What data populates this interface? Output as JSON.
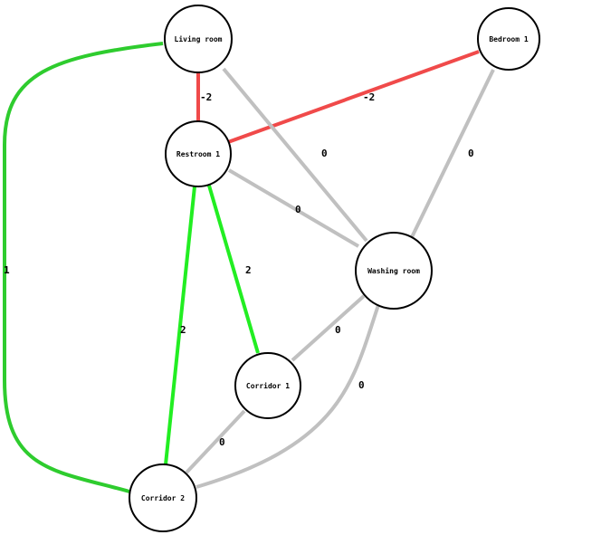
{
  "nodes": {
    "living_room": "Living room",
    "bedroom_1": "Bedroom 1",
    "restroom_1": "Restroom 1",
    "washing_room": "Washing room",
    "corridor_1": "Corridor 1",
    "corridor_2": "Corridor 2"
  },
  "edges": [
    {
      "from": "Living room",
      "to": "Restroom 1",
      "label": "-2",
      "color": "#f04a4a"
    },
    {
      "from": "Bedroom 1",
      "to": "Restroom 1",
      "label": "-2",
      "color": "#f04a4a"
    },
    {
      "from": "Living room",
      "to": "Washing room",
      "label": "0",
      "color": "#c0c0c0"
    },
    {
      "from": "Bedroom 1",
      "to": "Washing room",
      "label": "0",
      "color": "#c0c0c0"
    },
    {
      "from": "Restroom 1",
      "to": "Washing room",
      "label": "0",
      "color": "#c0c0c0"
    },
    {
      "from": "Restroom 1",
      "to": "Corridor 1",
      "label": "2",
      "color": "#22ee22"
    },
    {
      "from": "Restroom 1",
      "to": "Corridor 2",
      "label": "2",
      "color": "#22ee22"
    },
    {
      "from": "Living room",
      "to": "Corridor 2",
      "label": "1",
      "color": "#2ecc2e"
    },
    {
      "from": "Washing room",
      "to": "Corridor 1",
      "label": "0",
      "color": "#c0c0c0"
    },
    {
      "from": "Washing room",
      "to": "Corridor 2",
      "label": "0",
      "color": "#c0c0c0"
    },
    {
      "from": "Corridor 1",
      "to": "Corridor 2",
      "label": "0",
      "color": "#c0c0c0"
    }
  ]
}
